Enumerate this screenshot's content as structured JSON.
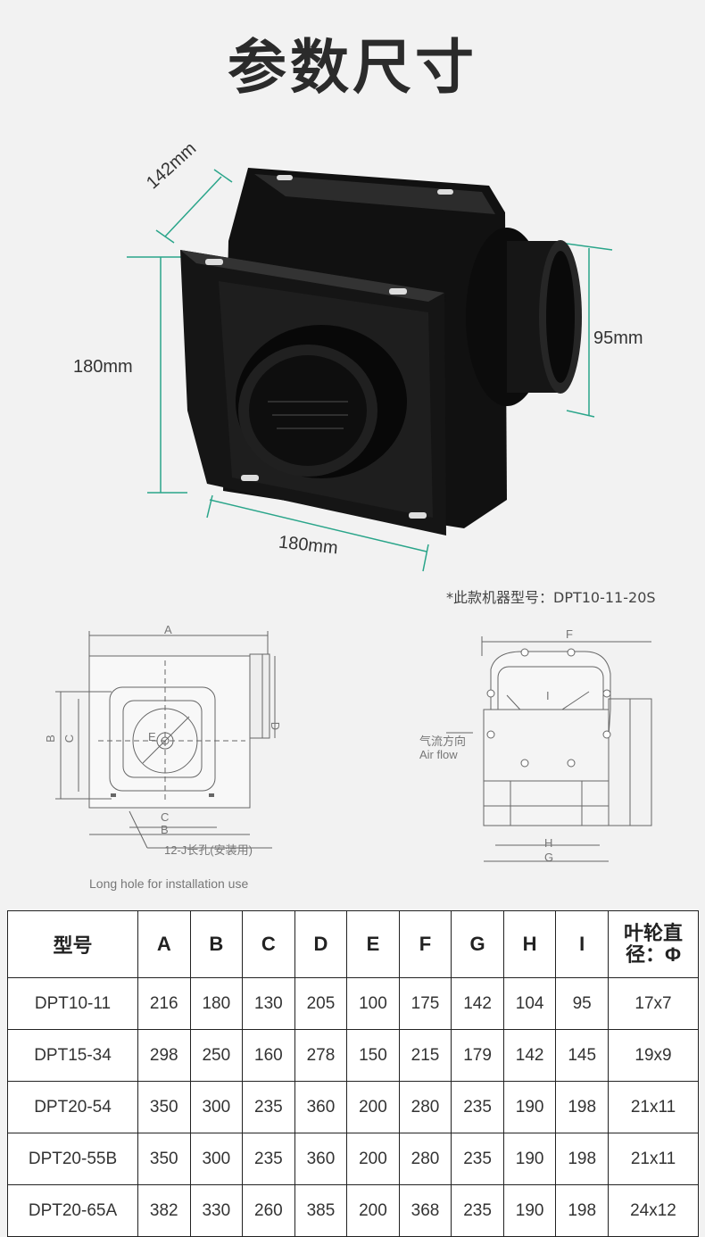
{
  "title": "参数尺寸",
  "photo_dimensions": {
    "depth": "142mm",
    "height": "180mm",
    "outlet": "95mm",
    "width": "180mm"
  },
  "model_note": "*此款机器型号：DPT10-11-20S",
  "front_drawing": {
    "A": "A",
    "B": "B",
    "C": "C",
    "D": "D",
    "E": "E",
    "hole_note": "12-J长孔(安装用)",
    "caption": "Long hole for installation use"
  },
  "side_drawing": {
    "F": "F",
    "G": "G",
    "H": "H",
    "I": "I",
    "airflow_cn": "气流方向",
    "airflow_en": "Air flow"
  },
  "table": {
    "headers": [
      "型号",
      "A",
      "B",
      "C",
      "D",
      "E",
      "F",
      "G",
      "H",
      "I",
      "叶轮直径：Φ"
    ],
    "rows": [
      [
        "DPT10-11",
        "216",
        "180",
        "130",
        "205",
        "100",
        "175",
        "142",
        "104",
        "95",
        "17x7"
      ],
      [
        "DPT15-34",
        "298",
        "250",
        "160",
        "278",
        "150",
        "215",
        "179",
        "142",
        "145",
        "19x9"
      ],
      [
        "DPT20-54",
        "350",
        "300",
        "235",
        "360",
        "200",
        "280",
        "235",
        "190",
        "198",
        "21x11"
      ],
      [
        "DPT20-55B",
        "350",
        "300",
        "235",
        "360",
        "200",
        "280",
        "235",
        "190",
        "198",
        "21x11"
      ],
      [
        "DPT20-65A",
        "382",
        "330",
        "260",
        "385",
        "200",
        "368",
        "235",
        "190",
        "198",
        "24x12"
      ]
    ]
  },
  "colors": {
    "dimension_line": "#2aa58a",
    "background": "#f2f2f2",
    "product": "#1a1a1a"
  }
}
